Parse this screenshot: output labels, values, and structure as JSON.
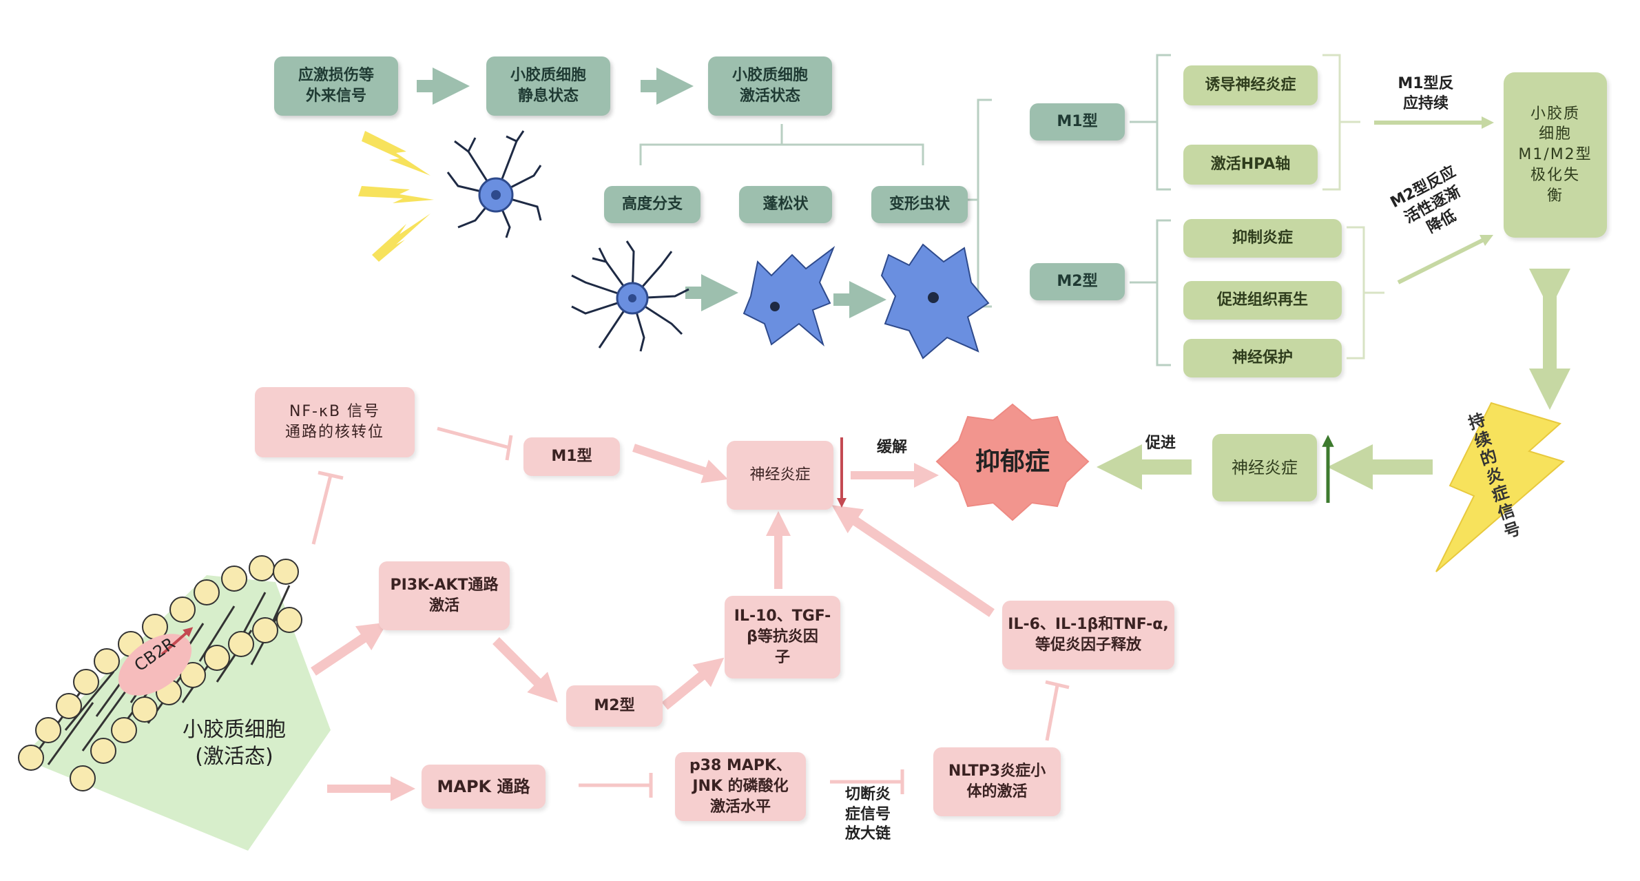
{
  "top": {
    "stress_signal": "应激损伤等\n外来信号",
    "resting": "小胶质细胞\n静息状态",
    "activated": "小胶质细胞\n激活状态",
    "morph_branched": "高度分支",
    "morph_bushy": "蓬松状",
    "morph_amoeboid": "变形虫状",
    "m1": "M1型",
    "m2": "M2型",
    "m1_effect_1": "诱导神经炎症",
    "m1_effect_2": "激活HPA轴",
    "m2_effect_1": "抑制炎症",
    "m2_effect_2": "促进组织再生",
    "m2_effect_3": "神经保护",
    "m1_label": "M1型反\n应持续",
    "m2_label": "M2型反应\n活性逐渐\n降低",
    "imbalance": "小胶质\n细胞\nM1/M2型\n极化失\n衡"
  },
  "middle": {
    "persistent_signal": "持续的炎症信号",
    "neuroinflammation_right": "神经炎症",
    "promote": "促进",
    "depression": "抑郁症",
    "relieve": "缓解",
    "neuroinflammation_center": "神经炎症",
    "m1_pink": "M1型",
    "nfkb": "NF-κB 信号\n通路的核转位"
  },
  "bottom": {
    "cb2r": "CB2R",
    "microglia_active": "小胶质细胞\n(激活态)",
    "pi3k": "PI3K-AKT通路\n激活",
    "m2_pink": "M2型",
    "anti_inflam": "IL-10、TGF-\nβ等抗炎因\n子",
    "pro_inflam": "IL-6、IL-1β和TNF-α,\n等促炎因子释放",
    "mapk": "MAPK 通路",
    "p38": "p38 MAPK、\nJNK 的磷酸化\n激活水平",
    "nltp3": "NLTP3炎症小\n体的激活",
    "cut_chain": "切断炎\n症信号\n放大链"
  },
  "colors": {
    "teal": "#9dbfae",
    "green": "#c6d8a3",
    "pink": "#f6cfcf",
    "depression_star": "#f2958e",
    "cell_blue": "#6a8fe0",
    "lightning": "#f7e25c"
  }
}
